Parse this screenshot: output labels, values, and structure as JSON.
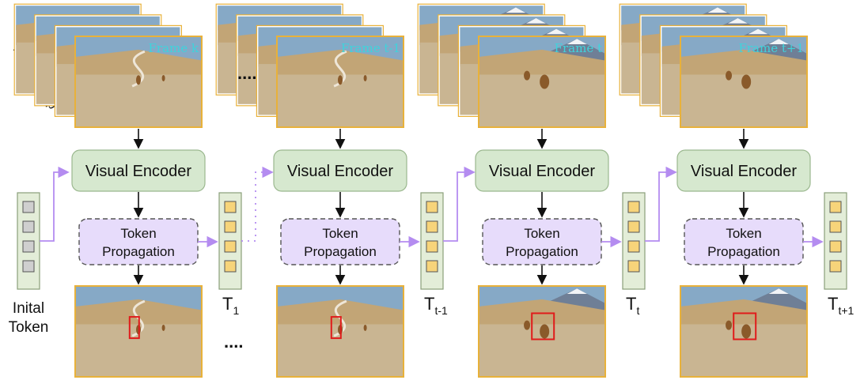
{
  "ref_clip_label": "Ref video-clip",
  "frame_labels": [
    "Frame k",
    "Frame t-1",
    "Frame t",
    "Frame t+1"
  ],
  "encoder_label": "Visual Encoder",
  "propagation_label_line1": "Token",
  "propagation_label_line2": "Propagation",
  "initial_token_line1": "Inital",
  "initial_token_line2": "Token",
  "token_labels": [
    {
      "base": "T",
      "sub": "1"
    },
    {
      "base": "T",
      "sub": "t-1"
    },
    {
      "base": "T",
      "sub": "t"
    },
    {
      "base": "T",
      "sub": "t+1"
    }
  ],
  "ellipsis": "....",
  "colors": {
    "encoder_fill": "#d6e8cf",
    "propagation_fill": "#e7dcfb",
    "token_cell_initial": "#cfcfcf",
    "token_cell": "#f7d47a",
    "frame_border": "#e8b13a",
    "bbox": "#e01b1b",
    "propagation_arrow": "#b48cf0",
    "frame_label_text": "#3fd3dc"
  }
}
